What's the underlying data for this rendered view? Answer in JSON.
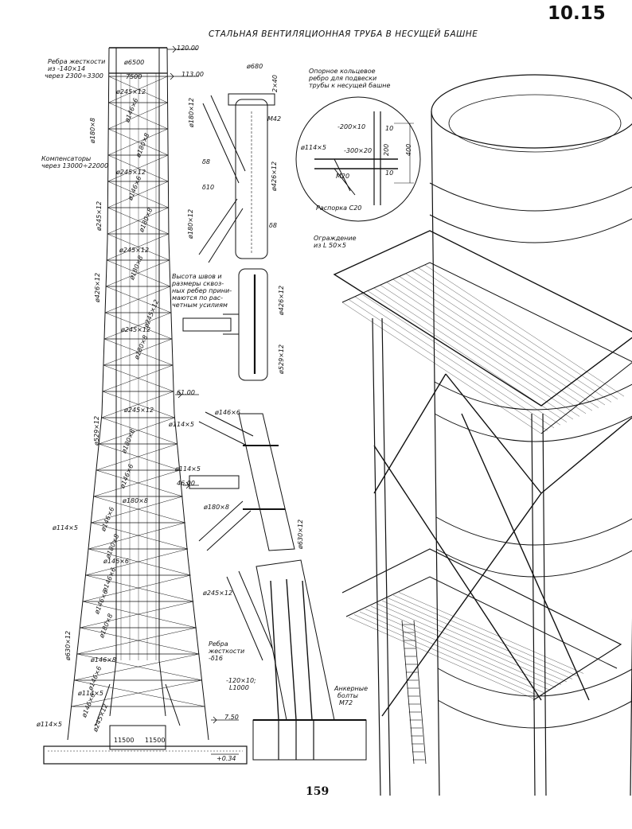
{
  "sheet_number": "10.15",
  "title": "СТАЛЬНАЯ ВЕНТИЛЯЦИОННАЯ ТРУБА В НЕСУЩЕЙ БАШНЕ",
  "page_number": "159",
  "elevations": {
    "top": "120.00",
    "upper_platform": "113.00",
    "mid": "61.00",
    "lower_mid": "46.00",
    "base": "7.50",
    "ground": "+0.34"
  },
  "tower": {
    "stiffeners_note": [
      "Ребра жесткости",
      "из -140×14",
      "через 2300÷3300"
    ],
    "pipe_dia": "ø6500",
    "top_width": "7500",
    "compensators_note": [
      "Компенсаторы",
      "через 13000÷22000"
    ],
    "base_dim_left": "11500",
    "base_dim_right": "11500"
  },
  "member_labels": [
    "ø245×12",
    "ø146×6",
    "ø180×8",
    "ø245×12",
    "ø146×6",
    "ø180×8",
    "ø245×12",
    "ø180×8",
    "ø245×12",
    "ø180×8",
    "ø245×12",
    "ø180×8",
    "ø245×12",
    "ø146×6",
    "ø180×8",
    "ø146×6",
    "ø180×8",
    "ø146×6",
    "ø146×6",
    "ø114×5",
    "ø146×6",
    "ø180×8",
    "ø146×8",
    "ø146×6",
    "ø114×5",
    "ø146×6",
    "ø245×12"
  ],
  "leg_labels": [
    "ø180×8",
    "ø245×12",
    "ø426×12",
    "ø529×12",
    "ø114×5",
    "ø630×12",
    "ø114×5"
  ],
  "node_top": {
    "dia": "ø680",
    "plate": "2×40",
    "bolt": "M42",
    "brace": "ø180×12",
    "t1": "δ8",
    "t2": "δ10",
    "leg": "ø426×12",
    "brace2": "ø180×12",
    "t3": "δ8"
  },
  "node_mid": {
    "note": [
      "Высота швов и",
      "размеры сквоз-",
      "ных ребер прини-",
      "маются по рас-",
      "четным усилиям"
    ],
    "leg_a": "ø426×12",
    "leg_b": "ø529×12"
  },
  "node_lower": {
    "b1": "ø146×6",
    "b2": "ø114×5",
    "b3": "ø180×8",
    "leg": "ø630×12"
  },
  "node_base": {
    "brace": "ø245×12",
    "ribs": [
      "Ребра",
      "жесткости",
      "-δ16"
    ],
    "plate": [
      "-120×10;",
      "L1000"
    ],
    "anchors": [
      "Анкерные",
      "болты",
      "M72"
    ]
  },
  "detail_circle": {
    "note": [
      "Опорное кольцевое",
      "ребро для подвески",
      "трубы к несущей башне"
    ],
    "strip1": "-200×10",
    "strip2": "-300×20",
    "d1": "10",
    "d2": "200",
    "d3": "400",
    "d4": "10",
    "brace": "ø114×5",
    "bolt": "M20",
    "spacer": "Распорка C20"
  },
  "guardrail": [
    "Ограждение",
    "из L 50×5"
  ]
}
